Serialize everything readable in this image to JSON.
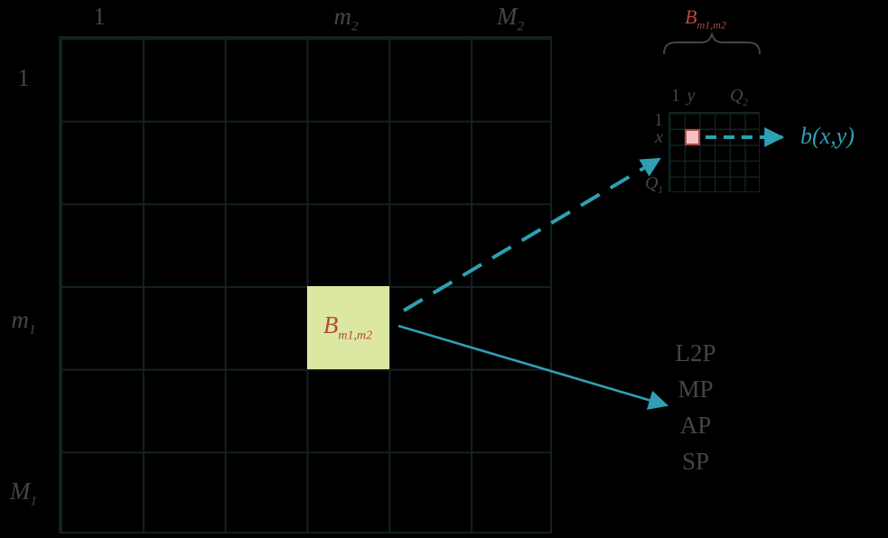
{
  "colors": {
    "background": "#000000",
    "grid_line": "#122222",
    "label_text": "#454545",
    "accent_red": "#b5473e",
    "accent_teal": "#2f9fb4",
    "highlight_cell_fill": "#dce8a2",
    "marked_cell_fill": "#f6bdc4",
    "marked_cell_border": "#b5473e"
  },
  "big_grid": {
    "cols": 6,
    "rows": 6,
    "col_labels": [
      {
        "base": "1",
        "sub": ""
      },
      {
        "base": "m",
        "sub": "2"
      },
      {
        "base": "M",
        "sub": "2"
      }
    ],
    "row_labels": [
      {
        "base": "1",
        "sub": ""
      },
      {
        "base": "m",
        "sub": "1"
      },
      {
        "base": "M",
        "sub": "1"
      }
    ],
    "block_label": {
      "base": "B",
      "sub": "m1,m2"
    }
  },
  "small_grid": {
    "cols": 6,
    "rows": 5,
    "title": {
      "base": "B",
      "sub": "m1,m2"
    },
    "col_labels": [
      {
        "base": "1",
        "sub": ""
      },
      {
        "base": "y",
        "sub": ""
      },
      {
        "base": "Q",
        "sub": "2"
      }
    ],
    "row_labels": [
      {
        "base": "1",
        "sub": ""
      },
      {
        "base": "x",
        "sub": ""
      },
      {
        "base": "Q",
        "sub": "1"
      }
    ],
    "entry_label": "b(x,y)"
  },
  "legend_list": {
    "items": [
      "L2P",
      "MP",
      "AP",
      "SP"
    ]
  }
}
